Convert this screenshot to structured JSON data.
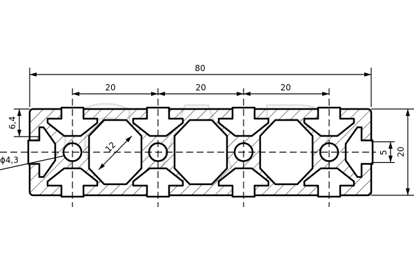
{
  "drawing": {
    "title": "Aluminium profile 20x80 cross-section",
    "watermark": "CAP",
    "dimensions": {
      "overall_width": "80",
      "pitch_1": "20",
      "pitch_2": "20",
      "pitch_3": "20",
      "height": "20",
      "slot_width": "5",
      "lip_height": "6,4",
      "hole_diameter": "ϕ4,3",
      "cavity_width": "12"
    },
    "colors": {
      "line": "#000000",
      "watermark": "#e6e6e6"
    }
  }
}
